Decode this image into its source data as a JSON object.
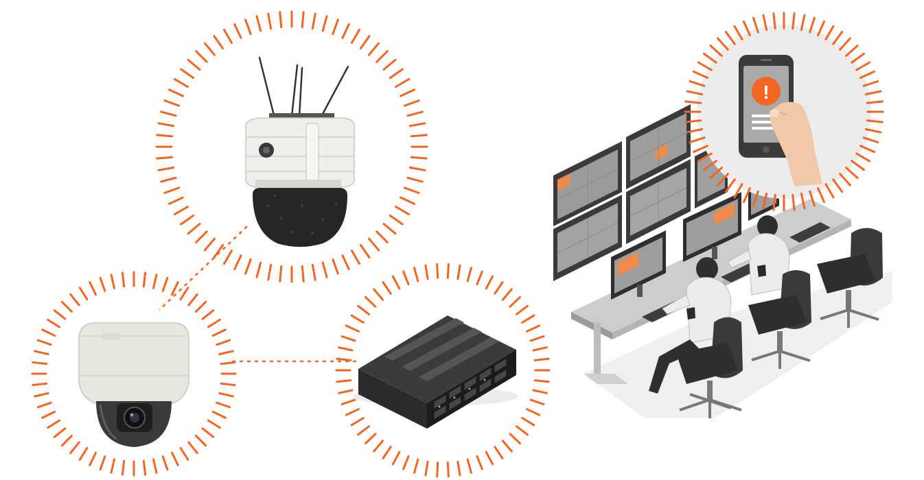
{
  "theme": {
    "accent": "#f26522",
    "device_light": "#e9e9e6",
    "device_dark": "#2a2a2a",
    "monitor_screen": "#9a9a9a",
    "floor": "#eeeeee",
    "skin": "#f3c8a6"
  },
  "nodes": [
    {
      "id": "audio-sensor",
      "icon": "iot-audio-sensor-icon"
    },
    {
      "id": "dome-camera",
      "icon": "ptz-dome-camera-icon"
    },
    {
      "id": "nvr-server",
      "icon": "rack-server-icon"
    },
    {
      "id": "control-room",
      "icon": "security-operators-icon"
    },
    {
      "id": "mobile-alert",
      "icon": "smartphone-alert-icon",
      "alert_glyph": "!"
    }
  ],
  "connections": [
    {
      "from": "audio-sensor",
      "to": "dome-camera",
      "style": "dotted"
    },
    {
      "from": "dome-camera",
      "to": "nvr-server",
      "style": "dotted"
    }
  ]
}
